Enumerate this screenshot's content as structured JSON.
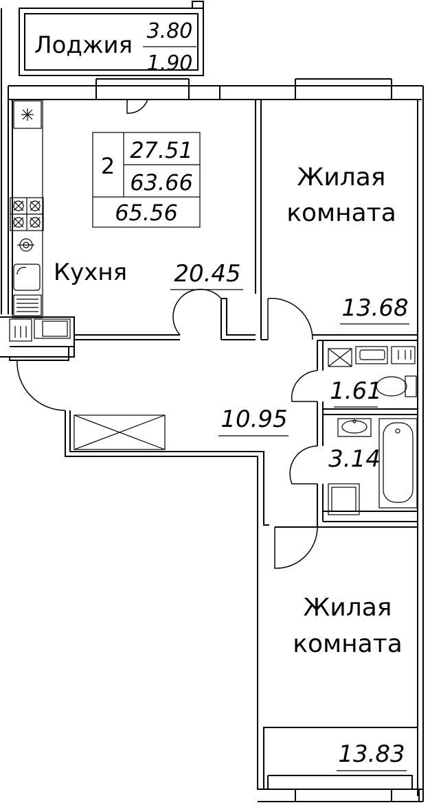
{
  "loggia": {
    "name": "Лоджия",
    "area_full": "3.80",
    "area_reduced": "1.90"
  },
  "summary": {
    "rooms": "2",
    "living_area": "27.51",
    "total_area": "63.66",
    "total_with_loggia": "65.56"
  },
  "kitchen": {
    "name": "Кухня",
    "area": "20.45"
  },
  "room_top": {
    "name_line1": "Жилая",
    "name_line2": "комната",
    "area": "13.68"
  },
  "wc": {
    "area": "1.61"
  },
  "bathroom": {
    "area": "3.14"
  },
  "hall": {
    "area": "10.95"
  },
  "room_bottom": {
    "name_line1": "Жилая",
    "name_line2": "комната",
    "area": "13.83"
  }
}
